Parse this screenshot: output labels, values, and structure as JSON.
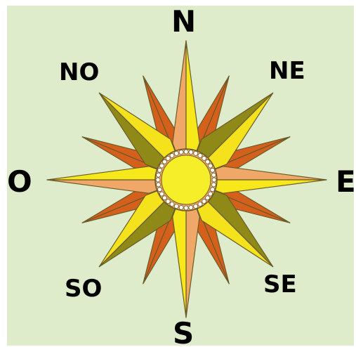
{
  "labels": {
    "north": "N",
    "northeast": "NE",
    "east": "E",
    "southeast": "SE",
    "south": "S",
    "southwest": "SO",
    "west": "O",
    "northwest": "NO"
  },
  "colors": {
    "background": "#dfeccb",
    "cardinal_light": "#f0a868",
    "cardinal_bright": "#f6e81a",
    "intercardinal_dark": "#8f8a18",
    "intercardinal_bright": "#f3e21c",
    "minor_points": "#d4601c",
    "center": "#f7ee2a",
    "outline": "#6a5a28"
  }
}
